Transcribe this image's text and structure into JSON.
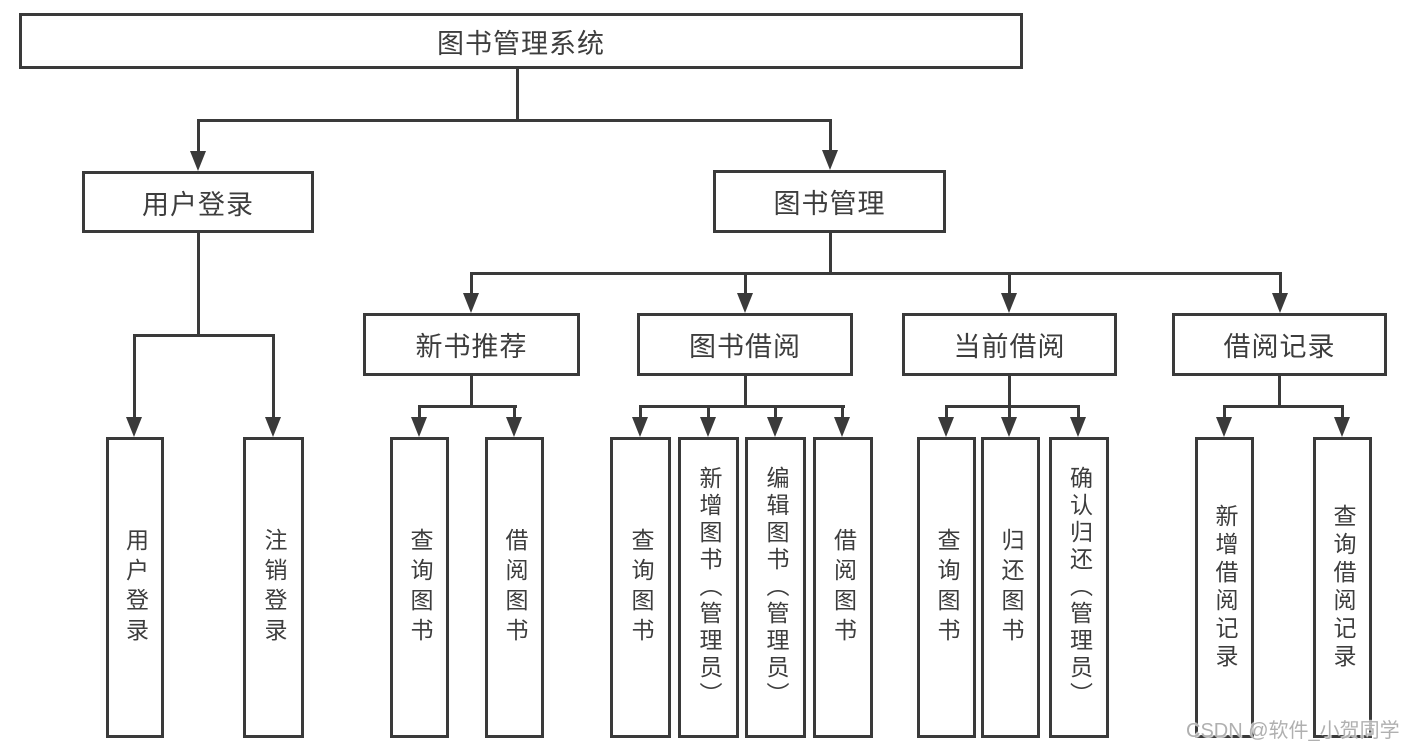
{
  "watermark": "CSDN @软件_小贺同学",
  "colors": {
    "line": "#3a3a3a",
    "text": "#3d3d3d",
    "background": "#ffffff",
    "watermark": "#b0b0b0"
  },
  "nodes": {
    "root": {
      "label": "图书管理系统"
    },
    "user_login": {
      "label": "用户登录"
    },
    "book_mgmt": {
      "label": "图书管理"
    },
    "new_book_rec": {
      "label": "新书推荐"
    },
    "book_borrow": {
      "label": "图书借阅"
    },
    "current_borrow": {
      "label": "当前借阅"
    },
    "borrow_records": {
      "label": "借阅记录"
    },
    "leaf_user_login": {
      "label": "用户登录"
    },
    "leaf_logout": {
      "label": "注销登录"
    },
    "leaf_query_book_a": {
      "label": "查询图书"
    },
    "leaf_borrow_book_a": {
      "label": "借阅图书"
    },
    "leaf_query_book_b": {
      "label": "查询图书"
    },
    "leaf_add_book": {
      "label": "新增图书（管理员）"
    },
    "leaf_edit_book": {
      "label": "编辑图书（管理员）"
    },
    "leaf_borrow_book_b": {
      "label": "借阅图书"
    },
    "leaf_query_book_c": {
      "label": "查询图书"
    },
    "leaf_return_book": {
      "label": "归还图书"
    },
    "leaf_confirm_return": {
      "label": "确认归还（管理员）"
    },
    "leaf_add_borrow_record": {
      "label": "新增借阅记录"
    },
    "leaf_query_borrow_record": {
      "label": "查询借阅记录"
    }
  },
  "hierarchy": {
    "图书管理系统": {
      "用户登录": [
        "用户登录",
        "注销登录"
      ],
      "图书管理": {
        "新书推荐": [
          "查询图书",
          "借阅图书"
        ],
        "图书借阅": [
          "查询图书",
          "新增图书（管理员）",
          "编辑图书（管理员）",
          "借阅图书"
        ],
        "当前借阅": [
          "查询图书",
          "归还图书",
          "确认归还（管理员）"
        ],
        "借阅记录": [
          "新增借阅记录",
          "查询借阅记录"
        ]
      }
    }
  }
}
